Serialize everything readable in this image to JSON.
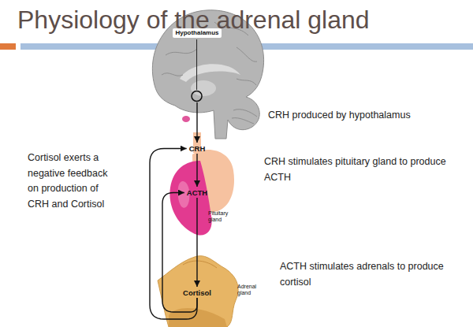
{
  "diagram": {
    "title": "Physiology of the adrenal gland",
    "nodes": [
      {
        "text": [
          "Hypothalamus"
        ]
      },
      {
        "text": [
          "CRH"
        ]
      },
      {
        "text": [
          "Pituitary gland"
        ]
      },
      {
        "text": [
          "ACTH"
        ],
        "in": 2
      },
      {
        "text": [
          "Adrenal gland"
        ]
      },
      {
        "text": [
          "Cortisol"
        ],
        "in": 4
      }
    ],
    "edges": [
      {
        "from": 0,
        "to": 1,
        "arrow": "to"
      },
      {
        "from": 1,
        "to": 3,
        "arrow": "to"
      },
      {
        "from": 3,
        "to": 5,
        "arrow": "to"
      },
      {
        "from": 5,
        "to": 1,
        "arrow": "to"
      },
      {
        "from": 5,
        "to": 3,
        "arrow": "to"
      }
    ],
    "labels": [
      "CRH produced by hypothalamus",
      "Cortisol exerts a negative feedback on production of CRH and Cortisol",
      "CRH stimulates pituitary gland to produce ACTH",
      "ACTH stimulates adrenals to produce cortisol"
    ]
  }
}
